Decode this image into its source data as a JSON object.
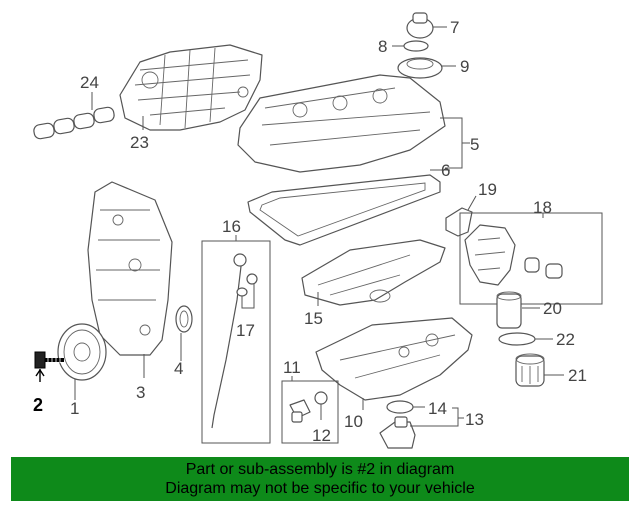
{
  "callouts": {
    "c1": "1",
    "c2": "2",
    "c3": "3",
    "c4": "4",
    "c5": "5",
    "c6": "6",
    "c7": "7",
    "c8": "8",
    "c9": "9",
    "c10": "10",
    "c11": "11",
    "c12": "12",
    "c13": "13",
    "c14": "14",
    "c15": "15",
    "c16": "16",
    "c17": "17",
    "c18": "18",
    "c19": "19",
    "c20": "20",
    "c21": "21",
    "c22": "22",
    "c23": "23",
    "c24": "24"
  },
  "highlight_color": "#000000",
  "banner": {
    "line1": "Part or sub-assembly is #2 in diagram",
    "line2": "Diagram may not be specific to your vehicle",
    "color": "#0e8a1a"
  }
}
